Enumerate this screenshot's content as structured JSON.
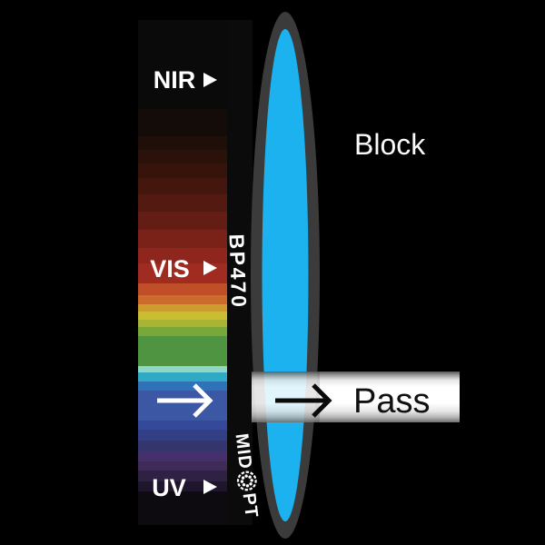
{
  "spectrum": {
    "nir_label": "NIR",
    "vis_label": "VIS",
    "uv_label": "UV",
    "bands": [
      {
        "h": 98,
        "color": "#0a0a0a"
      },
      {
        "h": 30,
        "color": "#140c08"
      },
      {
        "h": 15,
        "color": "#1f0f08"
      },
      {
        "h": 15,
        "color": "#2a1109"
      },
      {
        "h": 16,
        "color": "#36140b"
      },
      {
        "h": 18,
        "color": "#44170e"
      },
      {
        "h": 19,
        "color": "#521a11"
      },
      {
        "h": 20,
        "color": "#641d14"
      },
      {
        "h": 20,
        "color": "#7a2118"
      },
      {
        "h": 17,
        "color": "#8f261d"
      },
      {
        "h": 22,
        "color": "#a02b20"
      },
      {
        "h": 13,
        "color": "#c04e28"
      },
      {
        "h": 10,
        "color": "#cc6c2c"
      },
      {
        "h": 8,
        "color": "#cd9c2e"
      },
      {
        "h": 9,
        "color": "#c9bd31"
      },
      {
        "h": 8,
        "color": "#a9b434"
      },
      {
        "h": 10,
        "color": "#79a83a"
      },
      {
        "h": 33,
        "color": "#4f9440"
      },
      {
        "h": 7,
        "color": "#8fd5c8"
      },
      {
        "h": 10,
        "color": "#2fa9c4"
      },
      {
        "h": 10,
        "color": "#2f72b8"
      },
      {
        "h": 33,
        "color": "#3c58a5"
      },
      {
        "h": 10,
        "color": "#34499a"
      },
      {
        "h": 12,
        "color": "#333f85"
      },
      {
        "h": 12,
        "color": "#35356e"
      },
      {
        "h": 11,
        "color": "#45306b"
      },
      {
        "h": 10,
        "color": "#3f2a58"
      },
      {
        "h": 12,
        "color": "#2f2144"
      },
      {
        "h": 11,
        "color": "#1f152c"
      },
      {
        "h": 37,
        "color": "#0d0a10"
      }
    ]
  },
  "filter": {
    "model": "BP470",
    "brand_prefix": "MID",
    "brand_suffix": "PT",
    "lens_fill": "#1CB2EF",
    "lens_border": "#3B3B3B"
  },
  "annotations": {
    "block_label": "Block",
    "pass_label": "Pass"
  },
  "colors": {
    "background": "#000000",
    "strip_base": "#0B0B0C",
    "label_text": "#FFFFFF",
    "arrow_white": "#FFFFFF",
    "arrow_black": "#0A0A0A"
  }
}
